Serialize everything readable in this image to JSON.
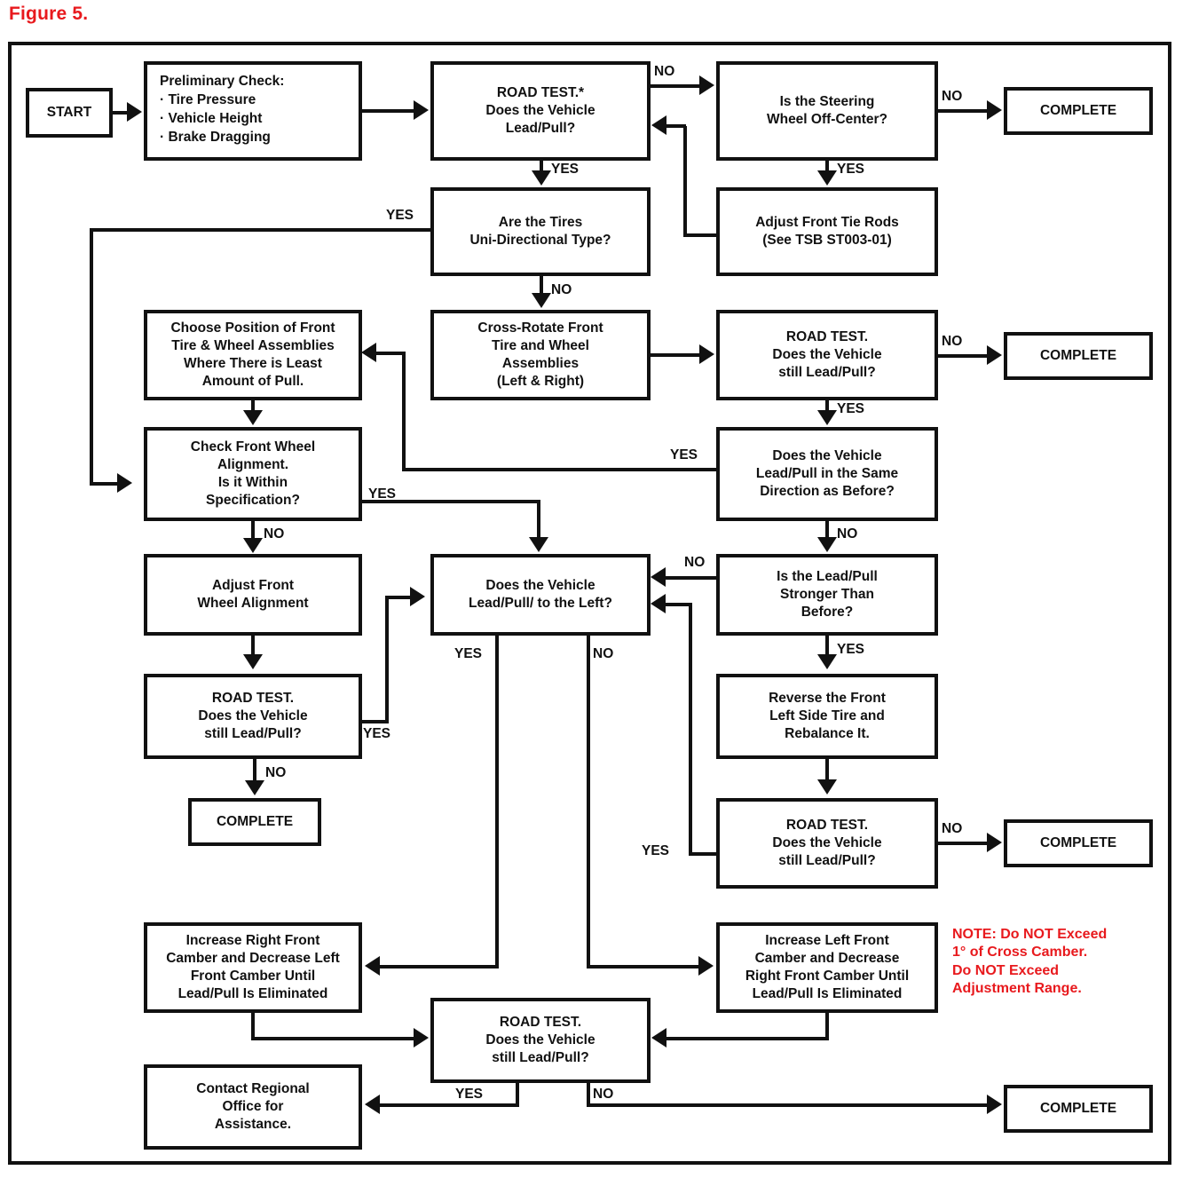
{
  "figure": {
    "label": "Figure 5."
  },
  "colors": {
    "note": "#e8191d",
    "line": "#111111",
    "background": "#ffffff"
  },
  "note": {
    "text": "NOTE: Do NOT Exceed\n1° of Cross Camber.\nDo NOT Exceed\nAdjustment Range."
  },
  "nodes": {
    "start": "START",
    "prelim": "Preliminary Check:\n·  Tire Pressure\n·  Vehicle Height\n·  Brake Dragging",
    "road_test_1": "ROAD TEST.*\nDoes the Vehicle\nLead/Pull?",
    "steering_off_center": "Is the Steering\nWheel Off-Center?",
    "complete_1": "COMPLETE",
    "adjust_tie_rods": "Adjust Front Tie Rods\n(See TSB ST003-01)",
    "tires_uni": "Are the Tires\nUni-Directional Type?",
    "choose_position": "Choose Position of Front\nTire & Wheel Assemblies\nWhere There is Least\nAmount of Pull.",
    "cross_rotate": "Cross-Rotate Front\nTire and Wheel\nAssemblies\n(Left & Right)",
    "road_test_2": "ROAD TEST.\nDoes the Vehicle\nstill Lead/Pull?",
    "complete_2": "COMPLETE",
    "check_alignment": "Check Front Wheel\nAlignment.\nIs it Within\nSpecification?",
    "same_direction": "Does the Vehicle\nLead/Pull in the Same\nDirection as Before?",
    "adjust_alignment": "Adjust Front\nWheel Alignment",
    "lead_left": "Does the Vehicle\nLead/Pull/ to the Left?",
    "stronger": "Is the Lead/Pull\nStronger Than\nBefore?",
    "road_test_3": "ROAD TEST.\nDoes the Vehicle\nstill Lead/Pull?",
    "complete_3": "COMPLETE",
    "reverse_tire": "Reverse the Front\nLeft Side Tire and\nRebalance It.",
    "road_test_4": "ROAD TEST.\nDoes the Vehicle\nstill Lead/Pull?",
    "complete_4": "COMPLETE",
    "increase_right": "Increase Right Front\nCamber and Decrease Left\nFront Camber Until\nLead/Pull Is Eliminated",
    "increase_left": "Increase Left Front\nCamber and Decrease\nRight Front Camber Until\nLead/Pull Is Eliminated",
    "road_test_5": "ROAD TEST.\nDoes the Vehicle\nstill Lead/Pull?",
    "contact_regional": "Contact Regional\nOffice for\nAssistance.",
    "complete_5": "COMPLETE"
  },
  "edge_labels": {
    "rt1_no": "NO",
    "rt1_yes": "YES",
    "steer_no": "NO",
    "steer_yes": "YES",
    "tires_yes": "YES",
    "tires_no": "NO",
    "rt2_no": "NO",
    "rt2_yes": "YES",
    "samedir_yes": "YES",
    "samedir_no": "NO",
    "align_yes": "YES",
    "align_no": "NO",
    "stronger_no": "NO",
    "stronger_yes": "YES",
    "rt3_no": "NO",
    "rt3_yes": "YES",
    "rt4_no": "NO",
    "rt4_yes": "YES",
    "left_yes": "YES",
    "left_no": "NO",
    "rt5_yes": "YES",
    "rt5_no": "NO"
  }
}
